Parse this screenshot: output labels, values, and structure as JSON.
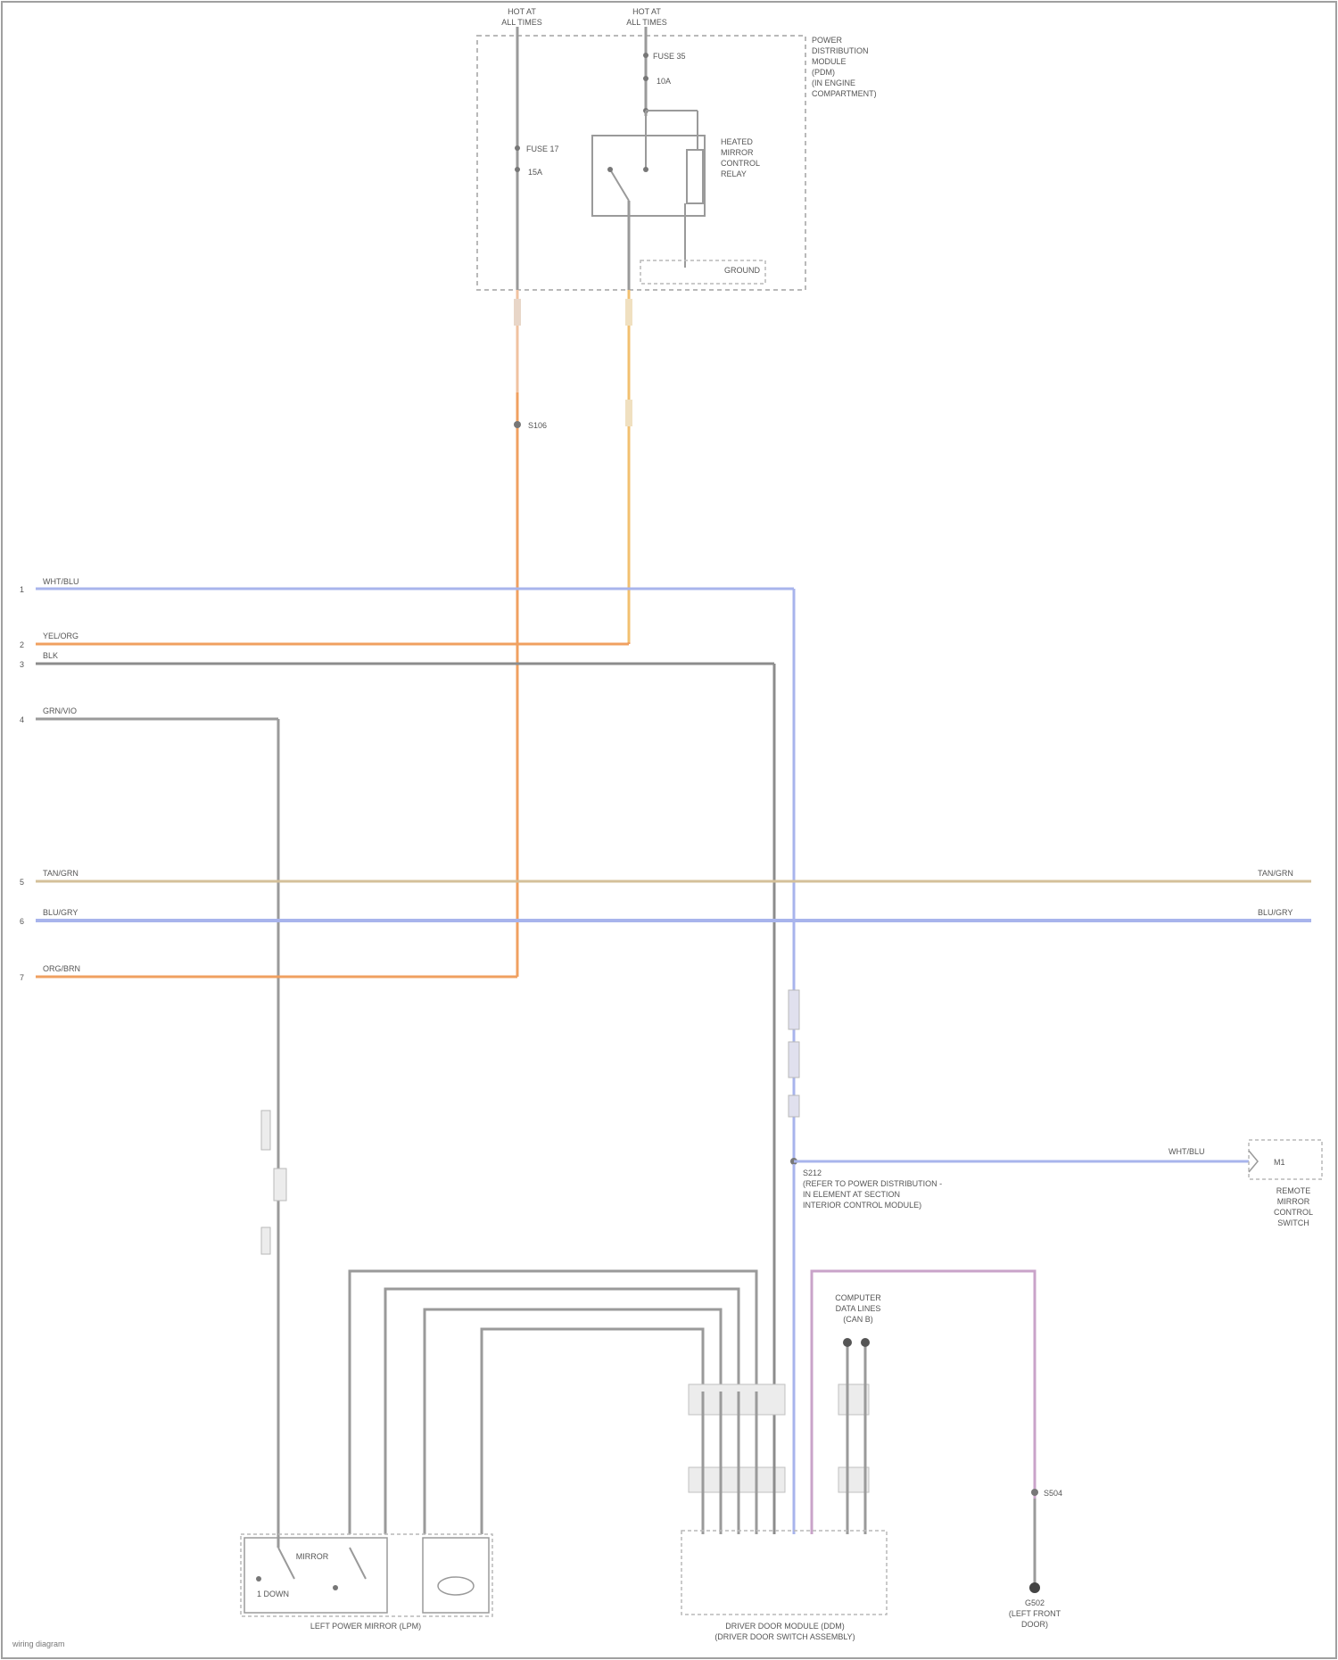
{
  "colors": {
    "gray": "#9a9a9a",
    "gray_dark": "#8c8c8c",
    "orange": "#f0a060",
    "yellow_orange": "#f2c070",
    "blue": "#a8b4ec",
    "violet": "#c9a3c9",
    "tan": "#d4c09a",
    "dashed": "#b9b9b9",
    "box": "#9a9a9a",
    "text": "#555555"
  },
  "labels": {
    "pd_top_left": [
      "HOT AT",
      "ALL TIMES"
    ],
    "pd_top_right": [
      "HOT AT",
      "ALL TIMES"
    ],
    "pd_module": [
      "POWER",
      "DISTRIBUTION",
      "MODULE",
      "(PDM)",
      "(IN ENGINE",
      "COMPARTMENT)"
    ],
    "fuse_1_num": "FUSE 17",
    "fuse_1_amp": "15A",
    "fuse_2_num": "FUSE 35",
    "fuse_2_amp": "10A",
    "relay": [
      "HEATED",
      "MIRROR",
      "CONTROL",
      "RELAY"
    ],
    "pd_gnd": "GROUND",
    "splice_upper": "S106",
    "wire_codes_left": [
      "1",
      "2",
      "3",
      "4",
      "5",
      "6",
      "7"
    ],
    "wire_names_left": [
      "WHT/BLU",
      "YEL/ORG",
      "BLK",
      "GRN/VIO",
      "TAN/GRN",
      "BLU/GRY",
      "ORG/BRN"
    ],
    "wire_names_right": [
      "TAN/GRN",
      "BLU/GRY"
    ],
    "splice_mid": [
      "S212",
      "(REFER TO POWER DISTRIBUTION -",
      "IN ELEMENT AT SECTION",
      "INTERIOR CONTROL MODULE)"
    ],
    "right_wire": "WHT/BLU",
    "right_component": [
      "REMOTE",
      "MIRROR",
      "CONTROL",
      "SWITCH"
    ],
    "right_pin": "M1",
    "computer_ground": [
      "COMPUTER",
      "DATA LINES",
      "(CAN B)"
    ],
    "ground_point": [
      "G502",
      "(LEFT FRONT",
      "DOOR)"
    ],
    "splice_lower": "S504",
    "bottom_left_component": "LEFT POWER MIRROR (LPM)",
    "bottom_left_switch": "MIRROR",
    "bottom_left_pin": "1 DOWN",
    "bottom_right_component": [
      "DRIVER DOOR MODULE (DDM)",
      "(DRIVER DOOR SWITCH ASSEMBLY)"
    ],
    "footer": "wiring diagram"
  }
}
